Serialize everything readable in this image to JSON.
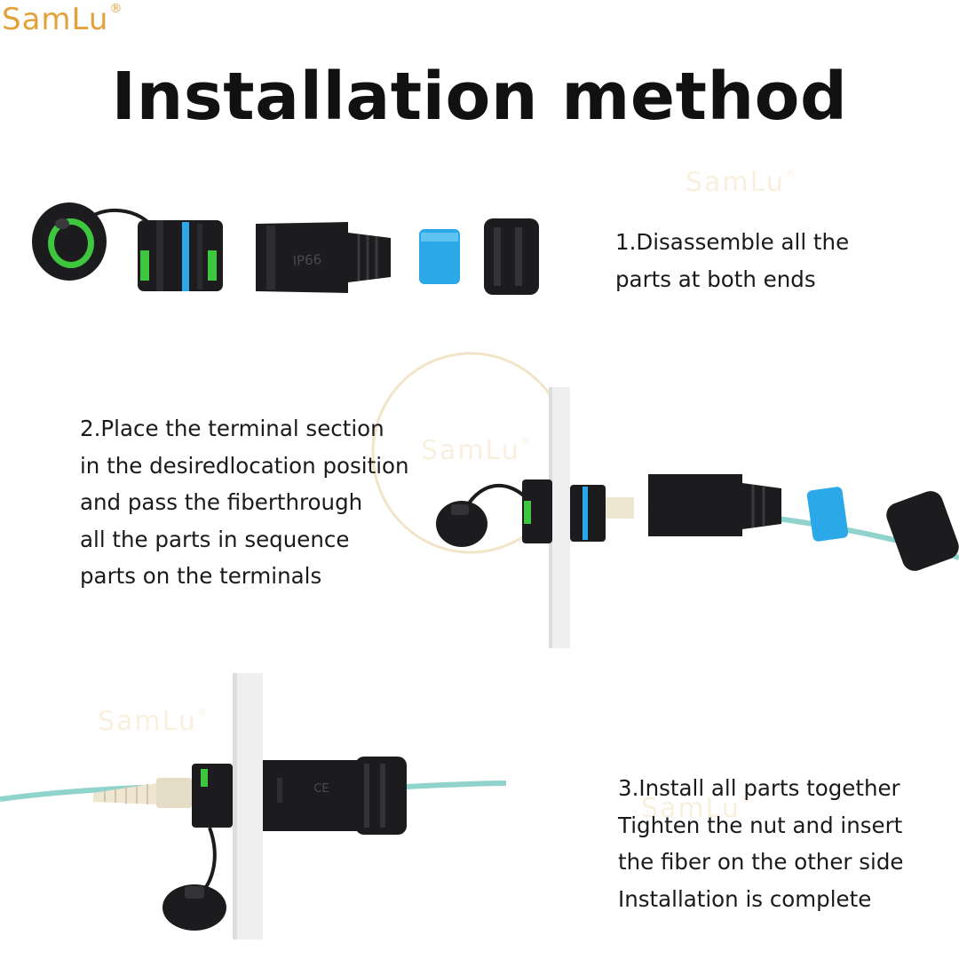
{
  "brand": {
    "name": "SamLu",
    "mark": "®"
  },
  "title": "Installation method",
  "watermark": {
    "text": "SamLu",
    "mark": "®"
  },
  "steps": [
    {
      "lines": [
        "1.Disassemble all the",
        "parts at both ends"
      ]
    },
    {
      "lines": [
        "2.Place the terminal section",
        "in the desiredlocation position",
        "and pass the fiberthrough",
        "all the parts in sequence",
        "parts on the terminals"
      ]
    },
    {
      "lines": [
        "3.Install all parts together",
        "Tighten the nut and insert",
        "the fiber on the other side",
        "Installation is complete"
      ]
    }
  ],
  "part_markings": {
    "ip_rating": "IP66",
    "cert": "CE"
  },
  "colors": {
    "connector_body": "#1c1c1e",
    "seal_green": "#3ec63e",
    "seal_blue": "#2aa8e8",
    "fiber": "#8fd3cc",
    "panel": "#eeeeee",
    "brand": "#e2a23a"
  }
}
